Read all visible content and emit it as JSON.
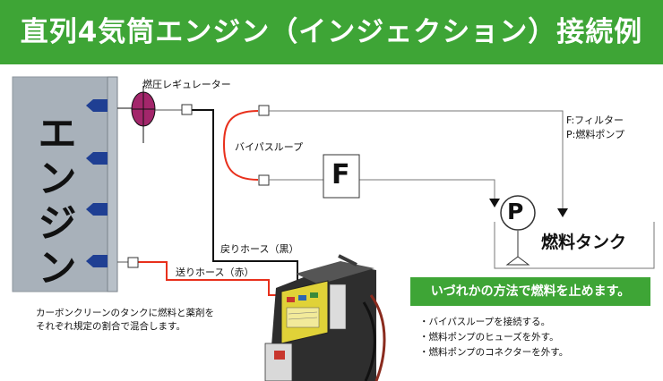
{
  "title": "直列4気筒エンジン（インジェクション）接続例",
  "engine_label": "エンジン",
  "regulator_label": "燃圧レギュレーター",
  "bypass_label": "バイパスループ",
  "filter_letter": "F",
  "pump_letter": "P",
  "legend": [
    "F:フィルター",
    "P:燃料ポンプ"
  ],
  "return_hose_label": "戻りホース（黒）",
  "feed_hose_label": "送りホース（赤）",
  "tank_label": "燃料タンク",
  "mix_note": [
    "カーボンクリーンのタンクに燃料と薬剤を",
    "それぞれ規定の割合で混合します。"
  ],
  "callout": "いづれかの方法で燃料を止めます。",
  "methods": [
    "・バイパスループを接続する。",
    "・燃料ポンプのヒューズを外す。",
    "・燃料ポンプのコネクターを外す。"
  ],
  "colors": {
    "banner": "#3ea536",
    "engine": "#a8b1ba",
    "regulator": "#a3266b",
    "feed_hose": "#e8301c",
    "return_hose": "#111111"
  }
}
